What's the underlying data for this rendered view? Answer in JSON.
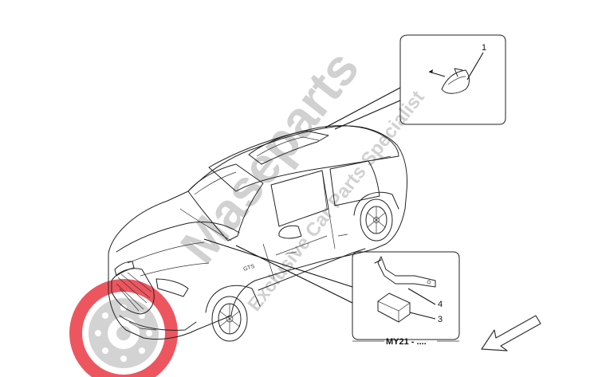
{
  "watermark": {
    "brand": "Maseparts",
    "tagline": "Exclusive Car Parts Specialist",
    "colors": {
      "text": "#c9c9c9",
      "disc": "#e8232f"
    }
  },
  "callouts": [
    {
      "number": "1",
      "part": "antenna"
    },
    {
      "number": "4",
      "part": "bracket"
    },
    {
      "number": "3",
      "part": "control-unit"
    }
  ],
  "detail_box_label": "MY21 - ....",
  "direction_icon": "arrow-down-left-icon",
  "car_badge": "GTS"
}
